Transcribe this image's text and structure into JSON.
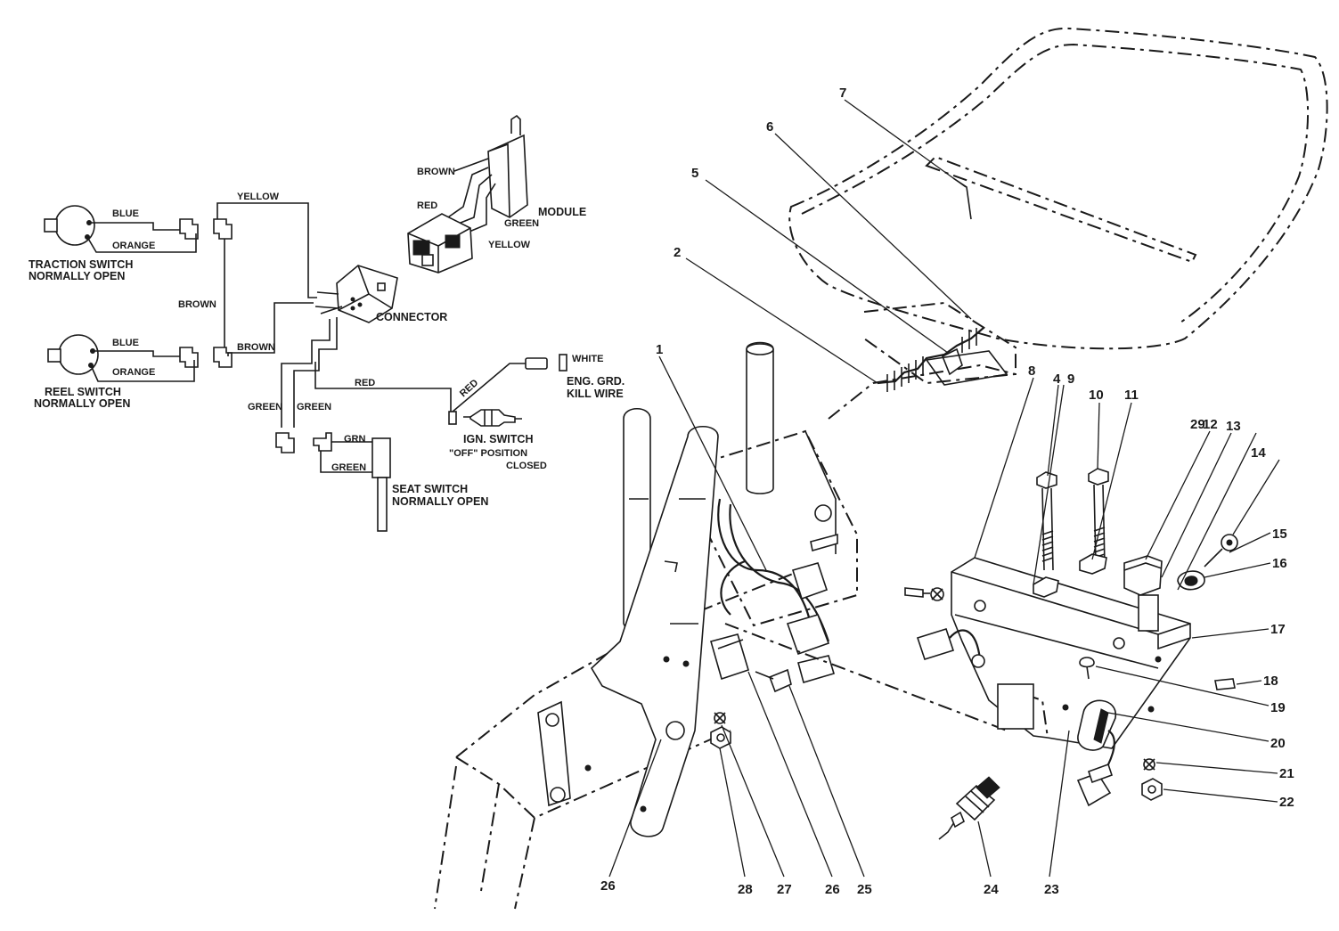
{
  "wiring": {
    "traction_switch": {
      "line1": "TRACTION SWITCH",
      "line2": "NORMALLY OPEN",
      "wire_a": "BLUE",
      "wire_b": "ORANGE"
    },
    "reel_switch": {
      "line1": "REEL SWITCH",
      "line2": "NORMALLY OPEN",
      "wire_a": "BLUE",
      "wire_b": "ORANGE"
    },
    "yellow_wire": "YELLOW",
    "brown_wire_left": "BROWN",
    "brown_wire_right": "BROWN",
    "green_wire_left": "GREEN",
    "green_wire_right": "GREEN",
    "red_wire_horizontal": "RED",
    "red_wire_diagonal": "RED",
    "connector": "CONNECTOR",
    "module": {
      "title": "MODULE",
      "brown": "BROWN",
      "red": "RED",
      "green": "GREEN",
      "yellow": "YELLOW"
    },
    "ground": {
      "white": "WHITE",
      "line1": "ENG. GRD.",
      "line2": "KILL WIRE"
    },
    "ignition": {
      "title": "IGN. SWITCH",
      "line1": "\"OFF\" POSITION",
      "line2": "CLOSED"
    },
    "seat_switch": {
      "grn": "GRN",
      "green": "GREEN",
      "line1": "SEAT SWITCH",
      "line2": "NORMALLY OPEN"
    }
  },
  "callouts": [
    "1",
    "2",
    "4",
    "5",
    "6",
    "7",
    "8",
    "9",
    "10",
    "11",
    "12",
    "13",
    "14",
    "15",
    "16",
    "17",
    "18",
    "19",
    "20",
    "21",
    "22",
    "23",
    "24",
    "25",
    "26",
    "26",
    "27",
    "28",
    "29"
  ]
}
